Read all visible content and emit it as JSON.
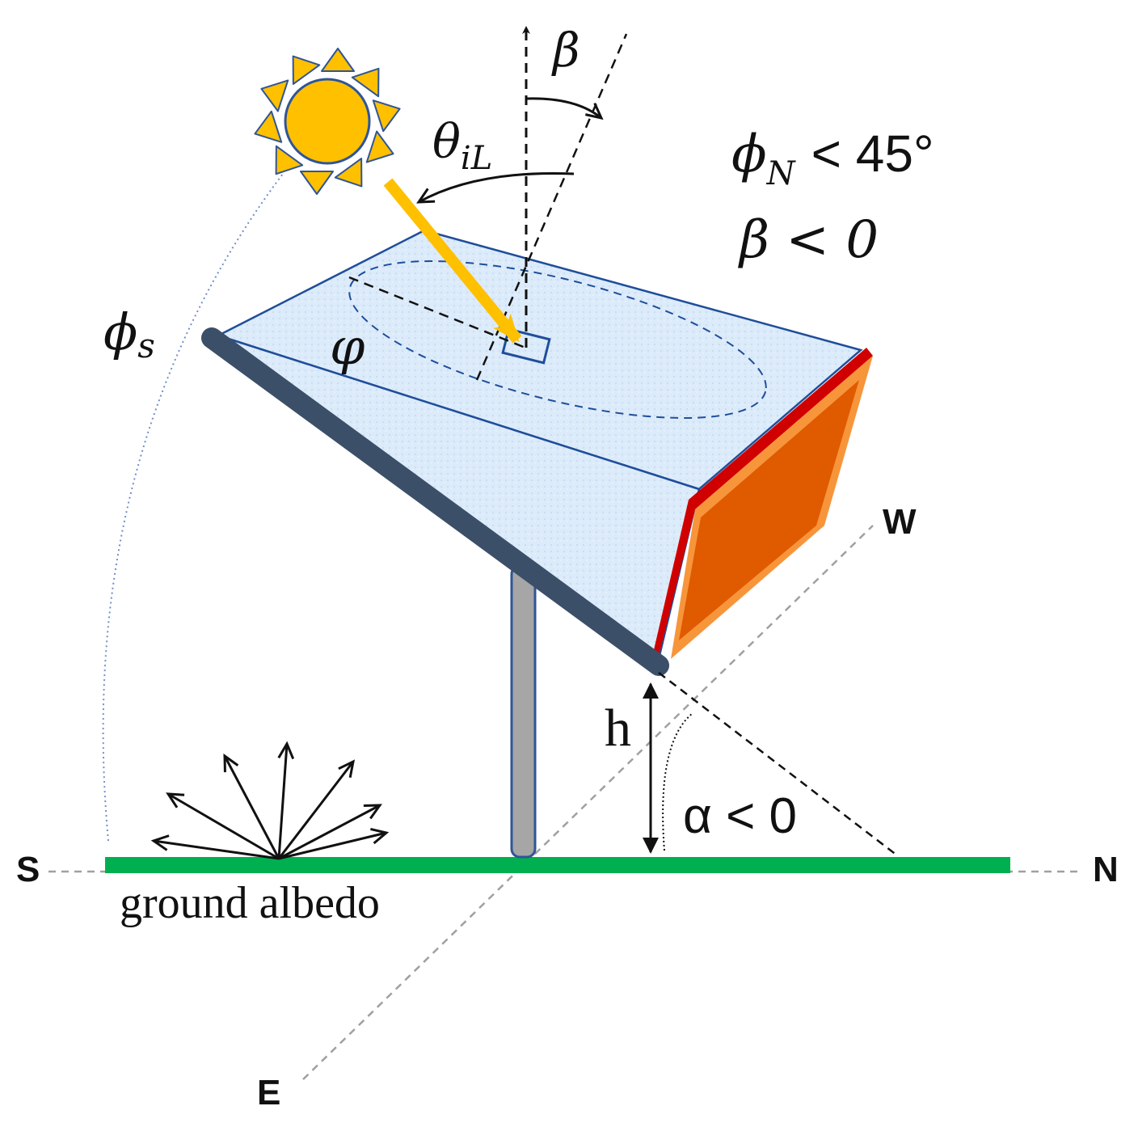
{
  "labels": {
    "beta": "β",
    "theta_main": "θ",
    "theta_sub": "iL",
    "phi_n_main": "ϕ",
    "phi_n_sub": "N",
    "phi_n_rest": "< 45°",
    "beta_cond": "β < 0",
    "phi_s_main": "ϕ",
    "phi_s_sub": "s",
    "varphi": "φ",
    "h": "h",
    "alpha_cond": "α < 0",
    "ground_albedo": "ground albedo"
  },
  "compass": {
    "south": "S",
    "north": "N",
    "west": "W",
    "east": "E"
  },
  "colors": {
    "sun": "#FFC000",
    "sun_outline": "#2F5597",
    "sun_ray": "#FFC000",
    "panel_fill": "#DCEBFA",
    "panel_edge": "#1F4E9A",
    "frame": "#3B4F68",
    "reflector": "#E05A00",
    "reflector_light": "#F7953B",
    "reflector_edge": "#D00000",
    "pole": "#A6A6A6",
    "ground": "#00B050",
    "axis_dash": "#A0A0A0",
    "ink": "#111111"
  }
}
